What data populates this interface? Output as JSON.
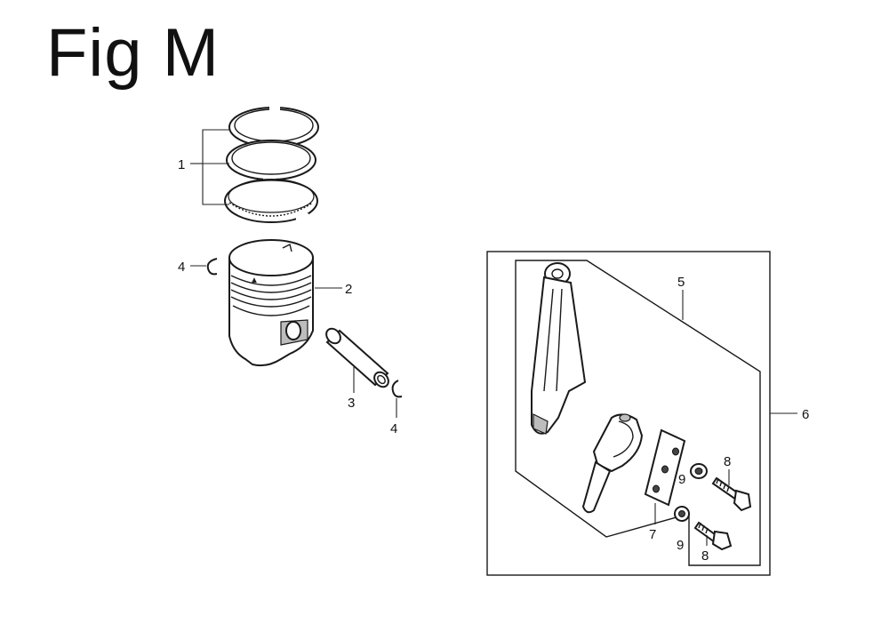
{
  "figure": {
    "title": "Fig M"
  },
  "callouts": {
    "piston_rings": "1",
    "piston": "2",
    "piston_pin": "3",
    "pin_clip_left": "4",
    "pin_clip_right": "4",
    "connecting_rod": "5",
    "connecting_rod_assembly": "6",
    "oil_dipper_plate": "7",
    "bolt_upper": "8",
    "bolt_lower": "8",
    "washer_upper": "9",
    "washer_lower": "9"
  }
}
